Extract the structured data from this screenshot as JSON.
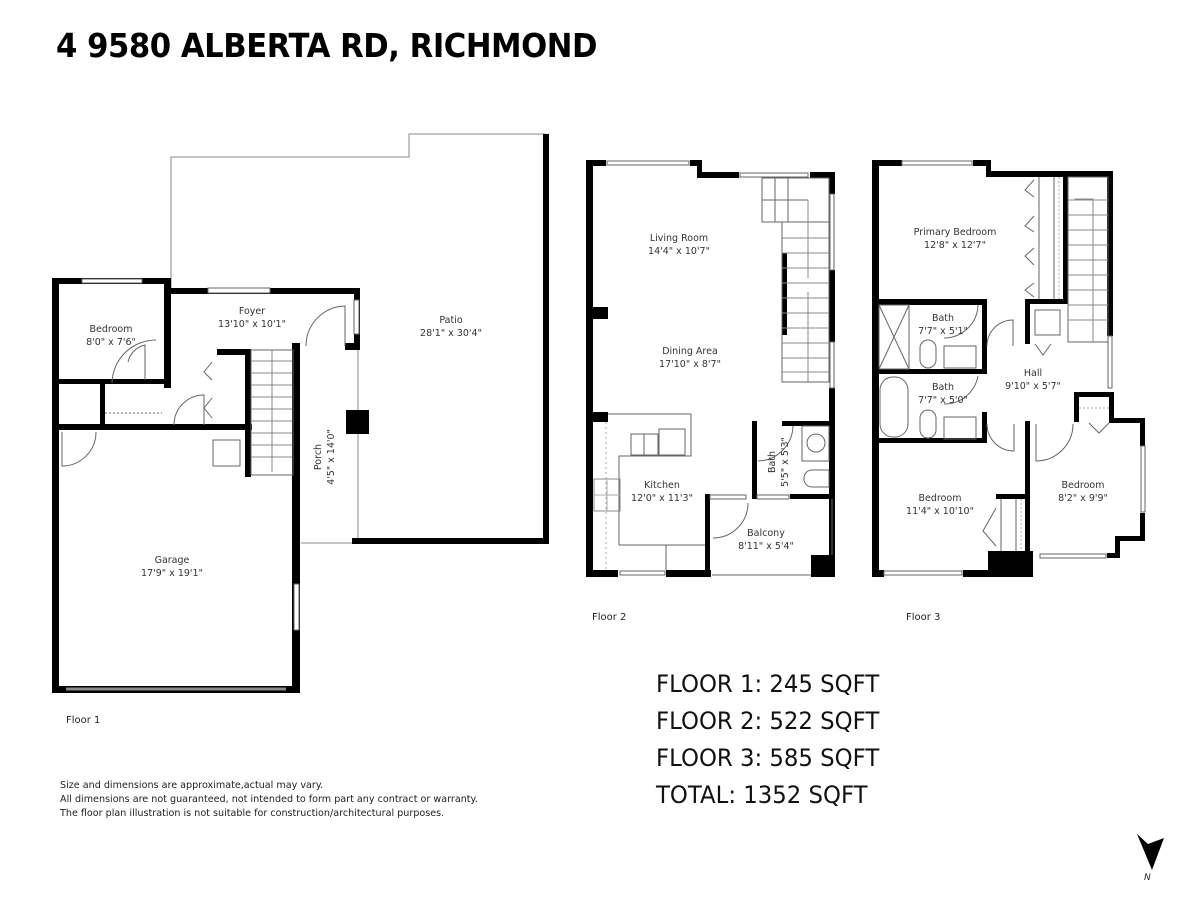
{
  "header": {
    "title": "4 9580 ALBERTA RD, RICHMOND"
  },
  "floors": [
    {
      "label": "Floor 1",
      "rooms": [
        {
          "name": "Bedroom",
          "dims": "8'0\" x 7'6\""
        },
        {
          "name": "Foyer",
          "dims": "13'10\" x 10'1\""
        },
        {
          "name": "Patio",
          "dims": "28'1\" x 30'4\""
        },
        {
          "name": "Porch",
          "dims": "4'5\" x 14'0\""
        },
        {
          "name": "Garage",
          "dims": "17'9\" x 19'1\""
        }
      ]
    },
    {
      "label": "Floor 2",
      "rooms": [
        {
          "name": "Living Room",
          "dims": "14'4\" x 10'7\""
        },
        {
          "name": "Dining Area",
          "dims": "17'10\" x 8'7\""
        },
        {
          "name": "Kitchen",
          "dims": "12'0\" x 11'3\""
        },
        {
          "name": "Bath",
          "dims": "5'5\" x 5'3\""
        },
        {
          "name": "Balcony",
          "dims": "8'11\" x 5'4\""
        }
      ]
    },
    {
      "label": "Floor 3",
      "rooms": [
        {
          "name": "Primary Bedroom",
          "dims": "12'8\" x 12'7\""
        },
        {
          "name": "Bath",
          "dims": "7'7\" x 5'1\""
        },
        {
          "name": "Bath",
          "dims": "7'7\" x 5'0\""
        },
        {
          "name": "Hall",
          "dims": "9'10\" x 5'7\""
        },
        {
          "name": "Bedroom",
          "dims": "11'4\" x 10'10\""
        },
        {
          "name": "Bedroom",
          "dims": "8'2\" x 9'9\""
        }
      ]
    }
  ],
  "summary": {
    "floor1": "FLOOR 1: 245 SQFT",
    "floor2": "FLOOR 2: 522 SQFT",
    "floor3": "FLOOR 3: 585 SQFT",
    "total": "TOTAL: 1352 SQFT"
  },
  "disclaimer": {
    "line1": "Size and dimensions are approximate,actual may vary.",
    "line2": "All dimensions are not guaranteed, not intended to form part any contract or warranty.",
    "line3": "The floor plan illustration is not suitable for construction/architectural purposes."
  },
  "compass": {
    "label": "N",
    "icon": "north-arrow-icon"
  },
  "colors": {
    "wall": "#000000",
    "outline": "#8a8a8a",
    "text": "#333333"
  }
}
